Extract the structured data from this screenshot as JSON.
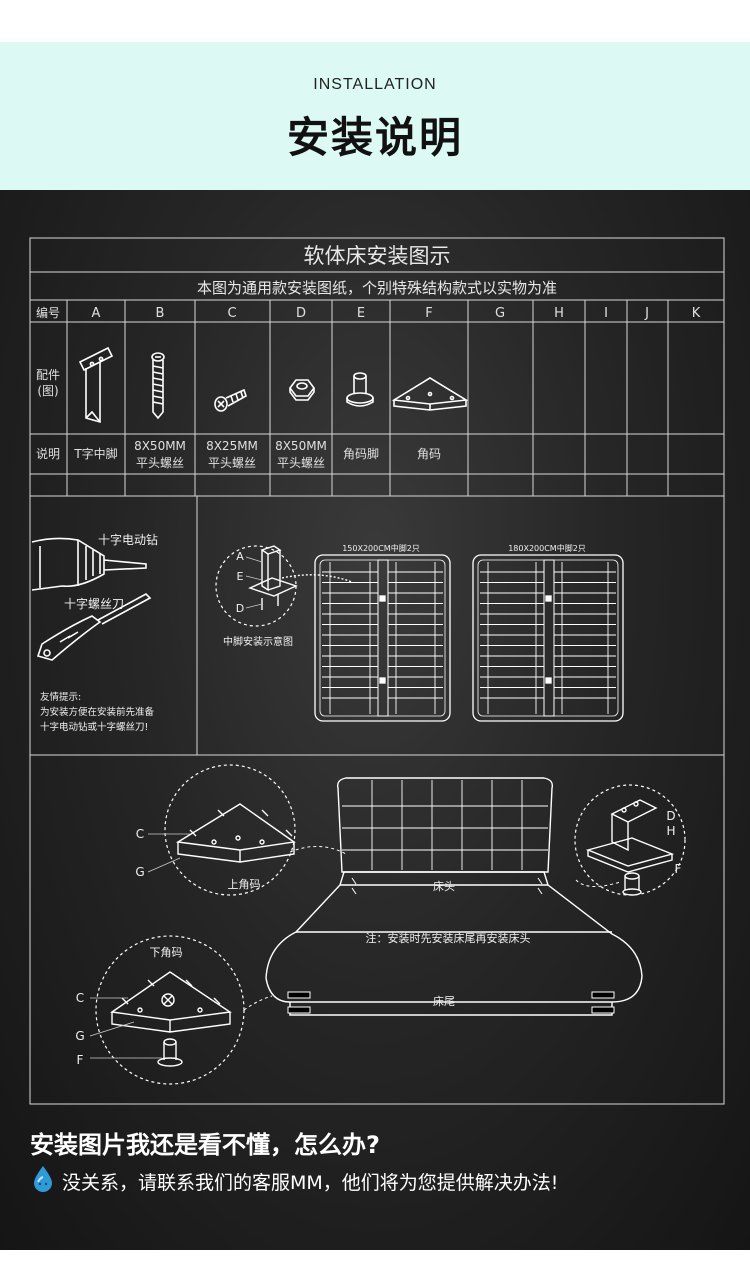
{
  "header": {
    "en_title": "INSTALLATION",
    "zh_title": "安装说明"
  },
  "table": {
    "title": "软体床安装图示",
    "subtitle": "本图为通用款安装图纸，个别特殊结构款式以实物为准",
    "row_labels": {
      "number": "编号",
      "parts_line1": "配件",
      "parts_line2": "(图)",
      "desc": "说明"
    },
    "columns": [
      "A",
      "B",
      "C",
      "D",
      "E",
      "F",
      "G",
      "H",
      "I",
      "J",
      "K"
    ],
    "descriptions": [
      {
        "line1": "T字中脚",
        "line2": ""
      },
      {
        "line1": "8X50MM",
        "line2": "平头螺丝"
      },
      {
        "line1": "8X25MM",
        "line2": "平头螺丝"
      },
      {
        "line1": "8X50MM",
        "line2": "平头螺丝"
      },
      {
        "line1": "角码脚",
        "line2": ""
      },
      {
        "line1": "角码",
        "line2": ""
      }
    ]
  },
  "tools": {
    "drill": "十字电动钻",
    "screwdriver": "十字螺丝刀",
    "tip_title": "友情提示:",
    "tip_line1": "为安装方便在安装前先准备",
    "tip_line2": "十字电动钻或十字螺丝刀!"
  },
  "middle": {
    "label_a": "A",
    "label_e": "E",
    "label_d": "D",
    "middle_foot_caption": "中脚安装示意图",
    "frame1_label": "150X200CM中脚2只",
    "frame2_label": "180X200CM中脚2只"
  },
  "assembly": {
    "upper_bracket": "上角码",
    "lower_bracket": "下角码",
    "label_c": "C",
    "label_g": "G",
    "label_f": "F",
    "label_d": "D",
    "label_h": "H",
    "headboard": "床头",
    "footboard": "床尾",
    "note": "注：安装时先安装床尾再安装床头"
  },
  "footer": {
    "question": "安装图片我还是看不懂，怎么办?",
    "answer": "没关系，请联系我们的客服MM，他们将为您提供解决办法!"
  }
}
